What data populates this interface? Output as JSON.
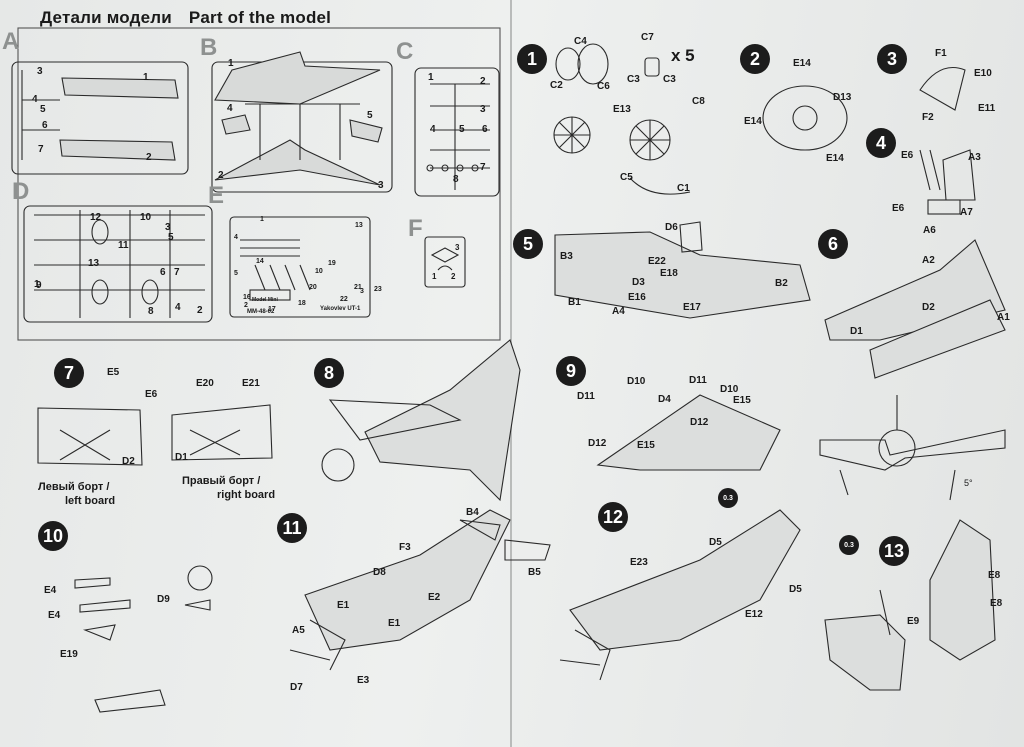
{
  "header": {
    "title_ru": "Детали модели",
    "title_en": "Part of the model"
  },
  "sprues": {
    "A": {
      "letter": "A",
      "parts": [
        "1",
        "2",
        "3",
        "4",
        "5",
        "6",
        "7"
      ]
    },
    "B": {
      "letter": "B",
      "parts": [
        "1",
        "2",
        "3",
        "4",
        "5"
      ]
    },
    "C": {
      "letter": "C",
      "parts": [
        "1",
        "2",
        "3",
        "4",
        "5",
        "6",
        "7",
        "8"
      ]
    },
    "D": {
      "letter": "D",
      "parts": [
        "1",
        "2",
        "3",
        "4",
        "5",
        "6",
        "7",
        "8",
        "9",
        "10",
        "11",
        "12",
        "13"
      ]
    },
    "E": {
      "letter": "E",
      "parts": [
        "1",
        "2",
        "3",
        "4",
        "5",
        "10",
        "13",
        "14",
        "16",
        "17",
        "18",
        "19",
        "20",
        "21",
        "22",
        "23"
      ],
      "footer_left": "MM-48-02",
      "footer_right": "Yakovlev UT-1",
      "brand": "Model Mini"
    },
    "F": {
      "letter": "F",
      "parts": [
        "1",
        "2",
        "3"
      ]
    }
  },
  "steps": [
    {
      "number": "1",
      "labels": [
        "C4",
        "C7",
        "C2",
        "C6",
        "C3",
        "C3",
        "C8",
        "E13",
        "C5",
        "C1"
      ],
      "multiplier": "x 5"
    },
    {
      "number": "2",
      "labels": [
        "E14",
        "D13",
        "E14",
        "E14"
      ]
    },
    {
      "number": "3",
      "labels": [
        "F1",
        "E10",
        "E11",
        "F2"
      ]
    },
    {
      "number": "4",
      "labels": [
        "E6",
        "A3",
        "E6",
        "A7",
        "A6"
      ]
    },
    {
      "number": "5",
      "labels": [
        "D6",
        "B3",
        "E22",
        "E18",
        "D3",
        "E16",
        "B1",
        "A4",
        "E17",
        "B2"
      ]
    },
    {
      "number": "6",
      "labels": [
        "A2",
        "D2",
        "D1",
        "A1"
      ]
    },
    {
      "number": "7",
      "labels": [
        "E5",
        "E6",
        "D2",
        "E20",
        "E21",
        "D1"
      ],
      "captions": {
        "left_ru": "Левый борт /",
        "left_en": "left board",
        "right_ru": "Правый борт /",
        "right_en": "right board"
      }
    },
    {
      "number": "8",
      "labels": []
    },
    {
      "number": "9",
      "labels": [
        "D10",
        "D11",
        "D10",
        "D11",
        "D4",
        "E15",
        "D12",
        "D12",
        "E15"
      ],
      "angle": "5°"
    },
    {
      "number": "10",
      "labels": [
        "E4",
        "E4",
        "D9",
        "E19"
      ]
    },
    {
      "number": "11",
      "labels": [
        "B4",
        "F3",
        "D8",
        "B5",
        "E1",
        "E2",
        "A5",
        "E1",
        "D7",
        "E3"
      ]
    },
    {
      "number": "12",
      "labels": [
        "D5",
        "E23",
        "D5",
        "E12"
      ],
      "drill_marks": [
        "0.3",
        "0.3"
      ]
    },
    {
      "number": "13",
      "labels": [
        "E8",
        "E8",
        "E9"
      ]
    }
  ]
}
